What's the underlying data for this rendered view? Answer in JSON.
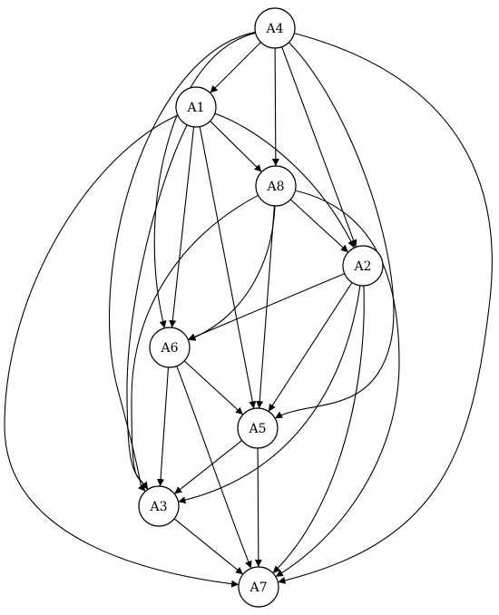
{
  "graph": {
    "nodes": [
      {
        "id": "A4",
        "label": "A4"
      },
      {
        "id": "A1",
        "label": "A1"
      },
      {
        "id": "A8",
        "label": "A8"
      },
      {
        "id": "A2",
        "label": "A2"
      },
      {
        "id": "A6",
        "label": "A6"
      },
      {
        "id": "A5",
        "label": "A5"
      },
      {
        "id": "A3",
        "label": "A3"
      },
      {
        "id": "A7",
        "label": "A7"
      }
    ],
    "edges": [
      {
        "from": "A4",
        "to": "A1"
      },
      {
        "from": "A4",
        "to": "A8"
      },
      {
        "from": "A4",
        "to": "A2"
      },
      {
        "from": "A4",
        "to": "A6"
      },
      {
        "from": "A4",
        "to": "A3"
      },
      {
        "from": "A4",
        "to": "A5"
      },
      {
        "from": "A4",
        "to": "A7"
      },
      {
        "from": "A1",
        "to": "A8"
      },
      {
        "from": "A1",
        "to": "A2"
      },
      {
        "from": "A1",
        "to": "A6"
      },
      {
        "from": "A1",
        "to": "A5"
      },
      {
        "from": "A1",
        "to": "A3"
      },
      {
        "from": "A1",
        "to": "A7"
      },
      {
        "from": "A8",
        "to": "A2"
      },
      {
        "from": "A8",
        "to": "A6"
      },
      {
        "from": "A8",
        "to": "A5"
      },
      {
        "from": "A8",
        "to": "A3"
      },
      {
        "from": "A8",
        "to": "A7"
      },
      {
        "from": "A2",
        "to": "A6"
      },
      {
        "from": "A2",
        "to": "A5"
      },
      {
        "from": "A2",
        "to": "A3"
      },
      {
        "from": "A2",
        "to": "A7"
      },
      {
        "from": "A6",
        "to": "A5"
      },
      {
        "from": "A6",
        "to": "A3"
      },
      {
        "from": "A6",
        "to": "A7"
      },
      {
        "from": "A5",
        "to": "A3"
      },
      {
        "from": "A5",
        "to": "A7"
      },
      {
        "from": "A3",
        "to": "A7"
      }
    ]
  }
}
